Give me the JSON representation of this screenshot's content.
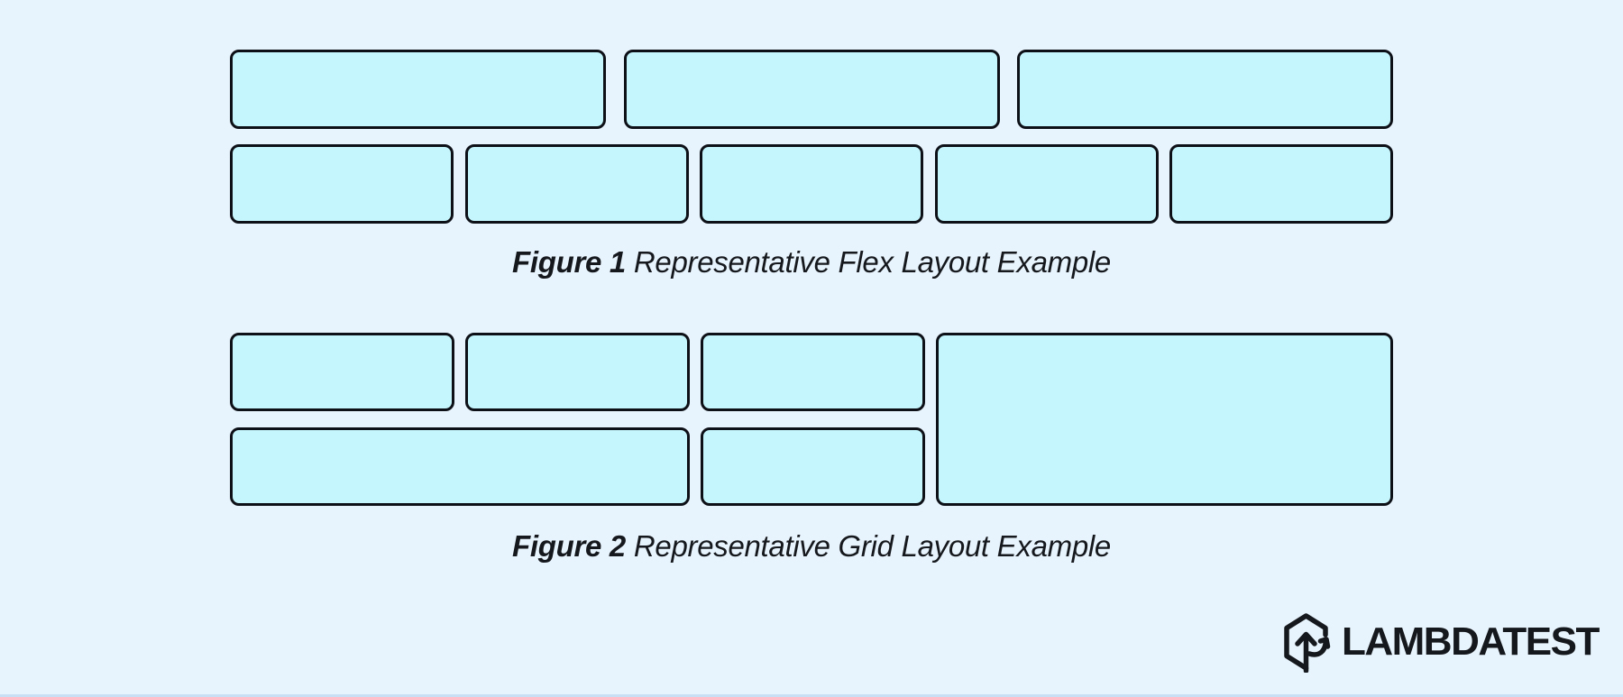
{
  "figures": [
    {
      "label": "Figure 1",
      "caption": "Representative Flex Layout Example",
      "layout_type": "flex",
      "rows": [
        {
          "boxes": 3
        },
        {
          "boxes": 5
        }
      ]
    },
    {
      "label": "Figure 2",
      "caption": "Representative Grid Layout Example",
      "layout_type": "grid",
      "cells": 6
    }
  ],
  "brand": {
    "name": "LAMBDATEST",
    "logo_icon": "lambdatest-hexagon-arrow-icon"
  },
  "colors": {
    "background": "#e8f4fd",
    "box_fill": "#c6f6fd",
    "box_border": "#0d1117",
    "caption_text": "#15181c",
    "bottom_edge": "#c9dff3"
  }
}
